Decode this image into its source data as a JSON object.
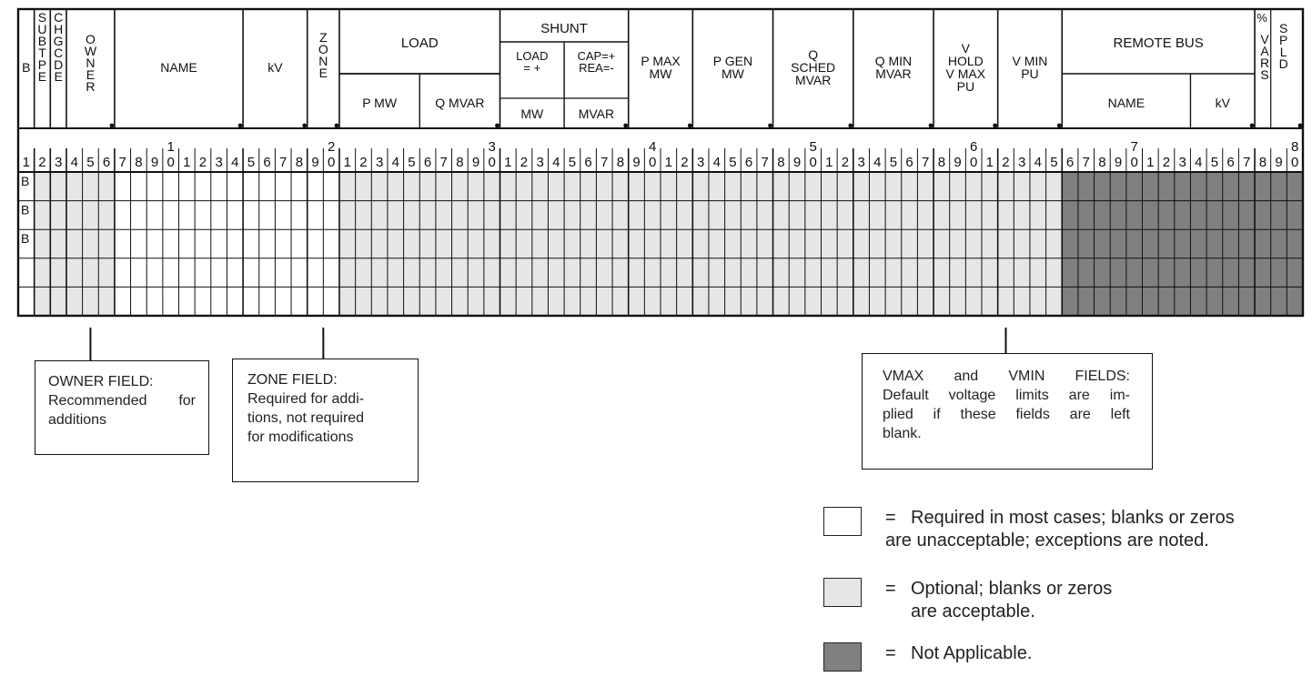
{
  "colors": {
    "required": "#ffffff",
    "optional": "#e6e6e6",
    "not_applicable": "#808080",
    "line": "#111111"
  },
  "card": {
    "columns": [
      "1",
      "2",
      "3",
      "4",
      "5",
      "6",
      "7",
      "8",
      "9",
      "0",
      "1",
      "2",
      "3",
      "4",
      "5",
      "6",
      "7",
      "8",
      "9",
      "0",
      "1",
      "2",
      "3",
      "4",
      "5",
      "6",
      "7",
      "8",
      "9",
      "0",
      "1",
      "2",
      "3",
      "4",
      "5",
      "6",
      "7",
      "8",
      "9",
      "0",
      "1",
      "2",
      "3",
      "4",
      "5",
      "6",
      "7",
      "8",
      "9",
      "0",
      "1",
      "2",
      "3",
      "4",
      "5",
      "6",
      "7",
      "8",
      "9",
      "0",
      "1",
      "2",
      "3",
      "4",
      "5",
      "6",
      "7",
      "8",
      "9",
      "0",
      "1",
      "2",
      "3",
      "4",
      "5",
      "6",
      "7",
      "8",
      "9",
      "0"
    ],
    "decade_marks": [
      "1",
      "2",
      "3",
      "4",
      "5",
      "6",
      "7",
      "8"
    ],
    "row_labels": [
      "B",
      "B",
      "B",
      "",
      ""
    ],
    "fields": [
      {
        "id": "b",
        "cols": [
          1,
          1
        ],
        "label": [
          "B"
        ],
        "vertical": false,
        "shade": "required"
      },
      {
        "id": "subtype",
        "cols": [
          2,
          2
        ],
        "label": [
          "S",
          "U",
          "B",
          "T",
          "P",
          "E"
        ],
        "vertical": true,
        "shade": "optional"
      },
      {
        "id": "chgcde",
        "cols": [
          3,
          3
        ],
        "label": [
          "C",
          "H",
          "G",
          "C",
          "D",
          "E"
        ],
        "vertical": true,
        "shade": "optional"
      },
      {
        "id": "owner",
        "cols": [
          4,
          6
        ],
        "label": [
          "O",
          "W",
          "N",
          "E",
          "R"
        ],
        "vertical": true,
        "shade": "optional"
      },
      {
        "id": "name",
        "cols": [
          7,
          14
        ],
        "label": [
          "NAME"
        ],
        "vertical": false,
        "shade": "required"
      },
      {
        "id": "kv",
        "cols": [
          15,
          18
        ],
        "label": [
          "kV"
        ],
        "vertical": false,
        "shade": "required"
      },
      {
        "id": "zone",
        "cols": [
          19,
          20
        ],
        "label": [
          "Z",
          "O",
          "N",
          "E"
        ],
        "vertical": true,
        "shade": "required"
      },
      {
        "id": "pmax",
        "cols": [
          39,
          42
        ],
        "label": [
          "P MAX",
          "MW"
        ],
        "vertical": false,
        "shade": "optional"
      },
      {
        "id": "pgen",
        "cols": [
          43,
          47
        ],
        "label": [
          "P GEN",
          "MW"
        ],
        "vertical": false,
        "shade": "optional"
      },
      {
        "id": "qsched",
        "cols": [
          48,
          52
        ],
        "label": [
          "Q",
          "SCHED",
          "MVAR"
        ],
        "vertical": false,
        "shade": "optional"
      },
      {
        "id": "qmin",
        "cols": [
          53,
          57
        ],
        "label": [
          "Q MIN",
          "MVAR"
        ],
        "vertical": false,
        "shade": "optional"
      },
      {
        "id": "vhold",
        "cols": [
          58,
          61
        ],
        "label": [
          "V",
          "HOLD",
          "V MAX",
          "PU"
        ],
        "vertical": false,
        "shade": "optional"
      },
      {
        "id": "vmin",
        "cols": [
          62,
          65
        ],
        "label": [
          "V MIN",
          "PU"
        ],
        "vertical": false,
        "shade": "optional"
      },
      {
        "id": "pct_vars",
        "cols": [
          78,
          80
        ],
        "label": [
          "%",
          "V",
          "A",
          "R",
          "S"
        ],
        "vertical": false,
        "shade": "not_applicable"
      }
    ],
    "groups": [
      {
        "id": "load",
        "cols": [
          21,
          30
        ],
        "label": "LOAD",
        "sub": [
          {
            "cols": [
              21,
              25
            ],
            "label": [
              "P MW"
            ],
            "shade": "optional"
          },
          {
            "cols": [
              26,
              30
            ],
            "label": [
              "Q MVAR"
            ],
            "shade": "optional"
          }
        ]
      },
      {
        "id": "shunt",
        "cols": [
          31,
          38
        ],
        "label": "SHUNT",
        "sub": [
          {
            "cols": [
              31,
              34
            ],
            "label": [
              "LOAD",
              "= +"
            ],
            "unit": "MW",
            "shade": "optional"
          },
          {
            "cols": [
              35,
              38
            ],
            "label": [
              "CAP=+",
              "REA=-"
            ],
            "unit": "MVAR",
            "shade": "optional"
          }
        ]
      },
      {
        "id": "remote_bus",
        "cols": [
          66,
          77
        ],
        "label": "REMOTE BUS",
        "sub": [
          {
            "cols": [
              66,
              73
            ],
            "label": [
              "NAME"
            ],
            "shade": "not_applicable"
          },
          {
            "cols": [
              74,
              77
            ],
            "label": [
              "kV"
            ],
            "shade": "not_applicable"
          }
        ]
      }
    ],
    "spld": [
      "S",
      "P",
      "L",
      "D"
    ]
  },
  "notes": {
    "owner": {
      "title": "OWNER FIELD:",
      "lines": [
        "Recommended for",
        "additions"
      ]
    },
    "zone": {
      "title": "ZONE FIELD:",
      "lines": [
        "Required for addi-",
        "tions, not required",
        "for modifications"
      ]
    },
    "vmax_vmin": {
      "title": "VMAX and VMIN FIELDS:",
      "lines": [
        "Default voltage limits are im-",
        "plied if these fields are left",
        "blank."
      ]
    }
  },
  "legend": {
    "eq": "=",
    "required": [
      "Required in most cases; blanks or zeros",
      "are unacceptable; exceptions are noted."
    ],
    "optional": [
      "Optional; blanks or zeros",
      "are acceptable."
    ],
    "not_applicable": [
      "Not Applicable."
    ]
  }
}
